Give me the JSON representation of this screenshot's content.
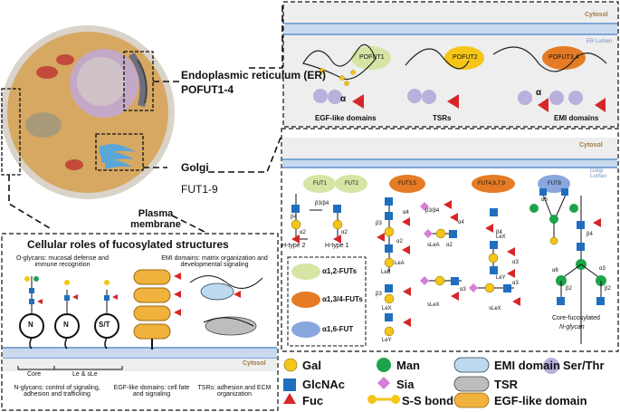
{
  "cell": {
    "er_label": "Endoplasmic reticulum (ER)",
    "er_enzymes": "POFUT1-4",
    "golgi_label": "Golgi",
    "golgi_enzymes": "FUT1-9",
    "pm_label": "Plasma membrane"
  },
  "er_panel": {
    "cytosol": "Cytosol",
    "lumen": "ER Lumen",
    "enzymes": [
      "POFUT1",
      "POFUT2",
      "POFUT3,4"
    ],
    "domains": [
      "EGF-like domains",
      "TSRs",
      "EMI domains"
    ],
    "alpha": "α"
  },
  "golgi_panel": {
    "cytosol": "Cytosol",
    "lumen": "Golgi Lumen",
    "enzymes": [
      "FUT1",
      "FUT2",
      "FUT3,5",
      "FUT4,6,7,9",
      "FUT8"
    ],
    "structures": [
      "H-type 2",
      "H-type 1",
      "LeB",
      "LeA",
      "sLeA",
      "LeX",
      "LeY",
      "sLeX",
      "sLeX",
      "LeX",
      "LeY",
      "Core-fucosylated",
      "N-glycan"
    ],
    "linkages": [
      "β3/β4",
      "β3/β4",
      "α2",
      "α2",
      "β4",
      "β3",
      "α4",
      "α4",
      "β3",
      "α3",
      "β4",
      "α6",
      "β4",
      "α6",
      "α3",
      "β2",
      "β2",
      "α2",
      "α2",
      "α3",
      "α3"
    ],
    "fut_classes": [
      "α1,2-FUTs",
      "α1,3/4-FUTs",
      "α1,6-FUT"
    ]
  },
  "roles_panel": {
    "title": "Cellular roles of fucosylated structures",
    "oglycan_note": "O-glycans: mucosal defense and immune recognition",
    "emi_note": "EMI domains: matrix organization and developmental signaling",
    "anchors": [
      "N",
      "N",
      "S/T"
    ],
    "cytosol": "Cytosol",
    "core_label": "Core",
    "le_label": "Le & sLe",
    "nglycan_note": "N-glycans: control of signaling, adhesion and trafficking",
    "egf_note": "EGF-like domains: cell fate and signaling",
    "tsr_note": "TSRs: adhesion and ECM organization"
  },
  "legend": {
    "items": [
      {
        "label": "Gal",
        "shape": "yellow-circle"
      },
      {
        "label": "Man",
        "shape": "green-circle"
      },
      {
        "label": "EMI domain",
        "shape": "blue-pill"
      },
      {
        "label": "Ser/Thr",
        "shape": "lilac-circle"
      },
      {
        "label": "GlcNAc",
        "shape": "blue-square"
      },
      {
        "label": "Sia",
        "shape": "pink-diamond"
      },
      {
        "label": "TSR",
        "shape": "gray-pill"
      },
      {
        "label": "Fuc",
        "shape": "red-triangle"
      },
      {
        "label": "S-S bond",
        "shape": "yellow-dumbbell"
      },
      {
        "label": "EGF-like domain",
        "shape": "orange-pill"
      }
    ]
  },
  "colors": {
    "gal": "#f5c518",
    "man": "#1fa34a",
    "glcnac": "#1f6fbf",
    "fuc": "#d62728",
    "sia": "#d57fd8",
    "serthr": "#b9b0dd",
    "emi": "#bcd9ee",
    "tsr": "#9a9a9a",
    "egf": "#f0b23c",
    "fut12": "#d6e4a4",
    "fut34": "#e57b24",
    "fut6": "#8aa7dd"
  }
}
